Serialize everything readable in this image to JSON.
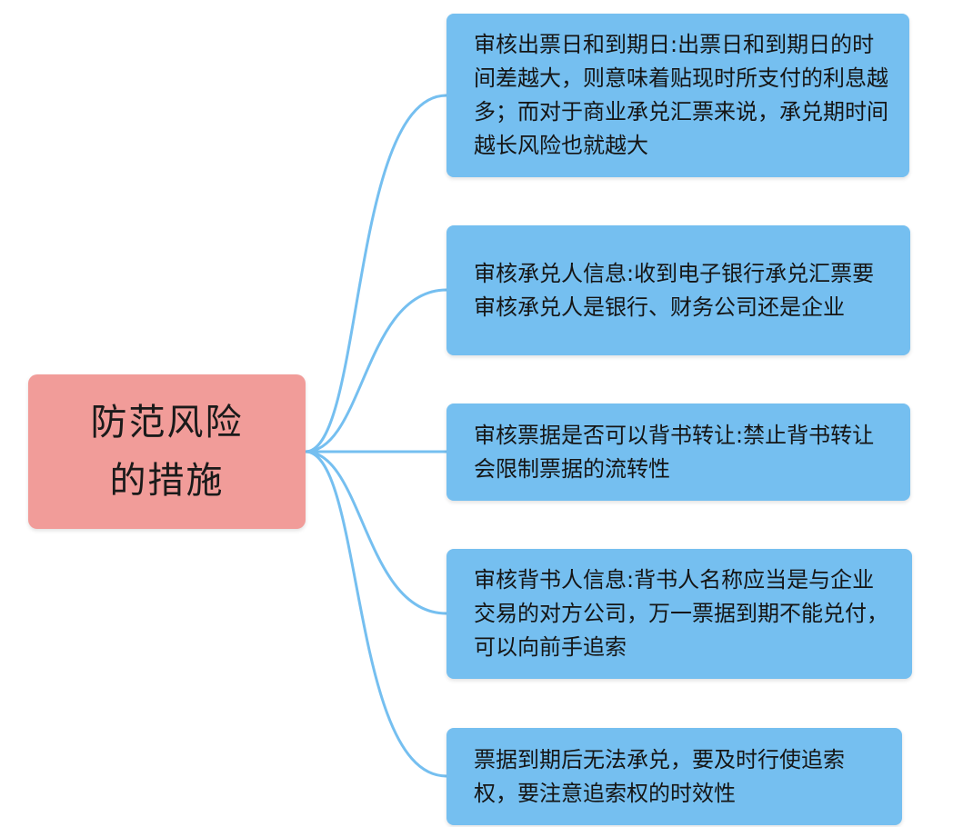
{
  "root": {
    "label": "防范风险的措施"
  },
  "branches": [
    {
      "text": "审核出票日和到期日:出票日和到期日的时间差越大，则意味着贴现时所支付的利息越多；而对于商业承兑汇票来说，承兑期时间越长风险也就越大"
    },
    {
      "text": "审核承兑人信息:收到电子银行承兑汇票要审核承兑人是银行、财务公司还是企业"
    },
    {
      "text": "审核票据是否可以背书转让:禁止背书转让会限制票据的流转性"
    },
    {
      "text": "审核背书人信息:背书人名称应当是与企业交易的对方公司，万一票据到期不能兑付，可以向前手追索"
    },
    {
      "text": "票据到期后无法承兑，要及时行使追索权，要注意追索权的时效性"
    }
  ],
  "colors": {
    "root_fill": "#f19c99",
    "node_fill": "#75bff0",
    "connector": "#75bff0"
  }
}
